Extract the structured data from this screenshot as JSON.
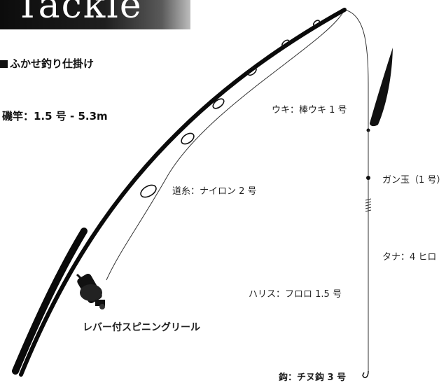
{
  "banner": {
    "title": "Tackle"
  },
  "section": {
    "title": "ふかせ釣り仕掛け"
  },
  "labels": {
    "rod": "磯竿：1.5 号 - 5.3m",
    "float": "ウキ：棒ウキ 1 号",
    "line": "道糸：ナイロン 2 号",
    "sinker": "ガン玉（1 号）",
    "depth": "タナ：4 ヒロ",
    "leader": "ハリス：フロロ 1.5 号",
    "reel": "レバー付スピニングリール",
    "hook": "鈎：チヌ鈎 3 号"
  }
}
